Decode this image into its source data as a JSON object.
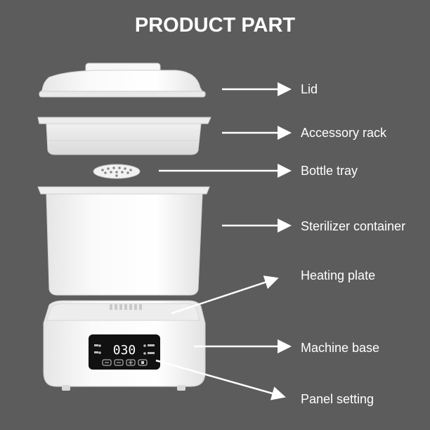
{
  "title": "PRODUCT PART",
  "labels": {
    "lid": "Lid",
    "accessory_rack": "Accessory rack",
    "bottle_tray": "Bottle tray",
    "sterilizer_container": "Sterilizer container",
    "heating_plate": "Heating plate",
    "machine_base": "Machine base",
    "panel_setting": "Panel setting"
  },
  "panel": {
    "display_value": "030"
  },
  "colors": {
    "background": "#5c5c5c",
    "text": "#ffffff",
    "appliance": "#f4f4f4",
    "panel": "#111111"
  }
}
